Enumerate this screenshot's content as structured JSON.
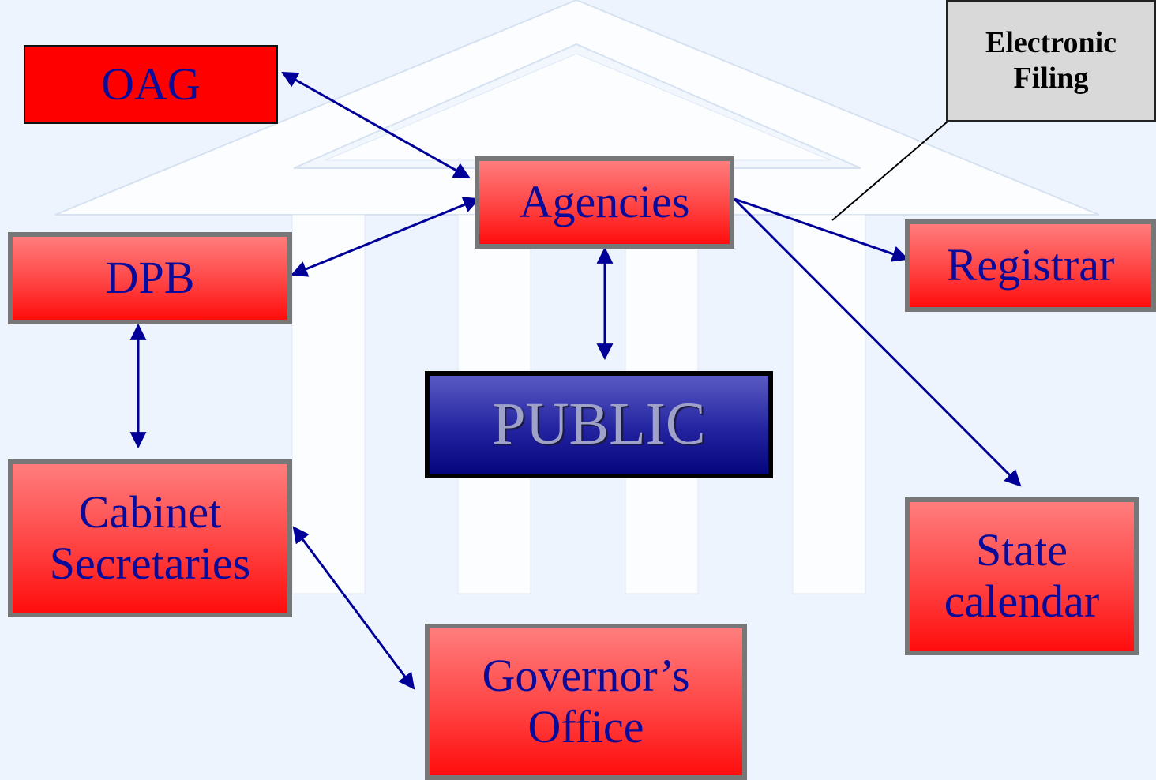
{
  "diagram": {
    "nodes": {
      "oag": "OAG",
      "agencies": "Agencies",
      "dpb": "DPB",
      "registrar": "Registrar",
      "public": "PUBLIC",
      "cabinet": [
        "Cabinet",
        "Secretaries"
      ],
      "state_calendar": [
        "State",
        "calendar"
      ],
      "governors_office": [
        "Governor’s",
        "Office"
      ],
      "electronic_filing": [
        "Electronic",
        "Filing"
      ]
    },
    "edges": [
      {
        "from": "OAG",
        "to": "Agencies",
        "direction": "both"
      },
      {
        "from": "DPB",
        "to": "Agencies",
        "direction": "both"
      },
      {
        "from": "Agencies",
        "to": "PUBLIC",
        "direction": "both"
      },
      {
        "from": "DPB",
        "to": "Cabinet Secretaries",
        "direction": "both"
      },
      {
        "from": "Cabinet Secretaries",
        "to": "Governor’s Office",
        "direction": "both"
      },
      {
        "from": "Agencies",
        "to": "Registrar",
        "direction": "forward"
      },
      {
        "from": "Agencies",
        "to": "State calendar",
        "direction": "forward"
      }
    ],
    "annotation_link": {
      "from": "Electronic Filing",
      "to": "Agencies → Registrar edge"
    }
  },
  "colors": {
    "background": "#eef4fd",
    "arrow": "#000099",
    "box_red": "#ff2020",
    "box_public": "#1a1a9a",
    "text_blue": "#0b0b9a"
  }
}
